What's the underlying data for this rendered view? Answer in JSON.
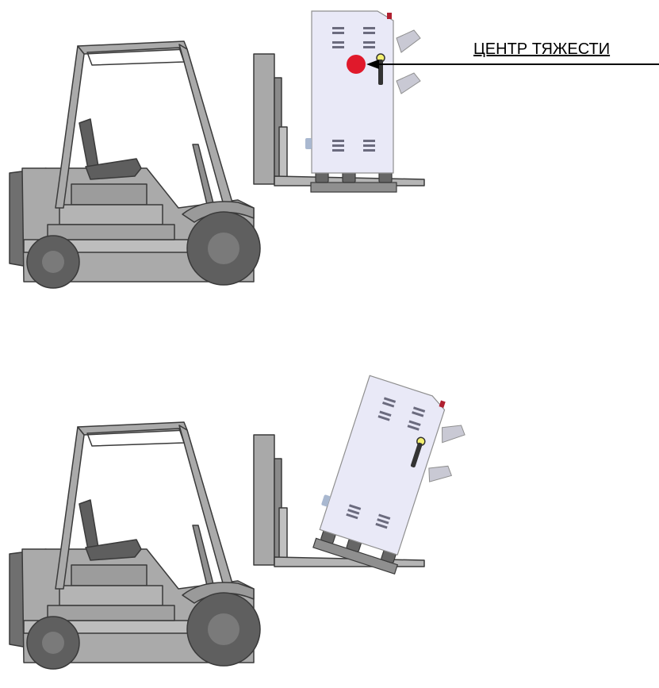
{
  "annotations": {
    "center_of_gravity_label": "ЦЕНТР ТЯЖЕСТИ"
  },
  "scenes": [
    {
      "id": "level",
      "load_state": "level"
    },
    {
      "id": "tilted",
      "load_state": "tilted"
    }
  ],
  "colors": {
    "forklift_body": "#aaaaaa",
    "forklift_dark": "#5e5e5e",
    "forklift_outline": "#3a3a3a",
    "tire": "#5f5f5f",
    "cabinet": "#e9e9f7",
    "cabinet_outline": "#8f8fa3",
    "center_of_gravity_marker": "#e0192b",
    "leader_line": "#000000"
  }
}
